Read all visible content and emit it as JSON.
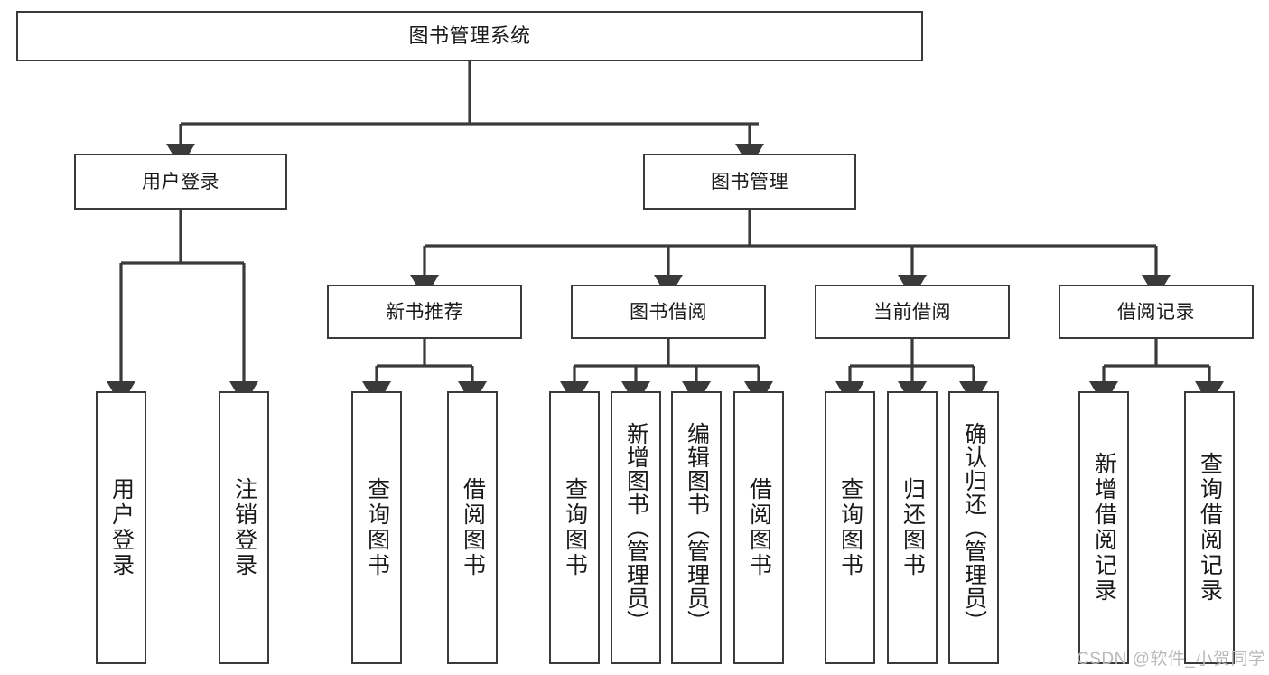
{
  "diagram": {
    "type": "tree-hierarchy",
    "title": "图书管理系统",
    "colors": {
      "stroke": "#3a3a3a",
      "fill": "#ffffff",
      "text": "#1a1a1a",
      "watermark": "#b9b9b9"
    },
    "nodes": {
      "root": {
        "label": "图书管理系统"
      },
      "level2": [
        {
          "key": "user_login",
          "label": "用户登录"
        },
        {
          "key": "book_manage",
          "label": "图书管理"
        }
      ],
      "level3": [
        {
          "key": "new_book_rec",
          "label": "新书推荐"
        },
        {
          "key": "book_borrow",
          "label": "图书借阅"
        },
        {
          "key": "current_borrow",
          "label": "当前借阅"
        },
        {
          "key": "borrow_record",
          "label": "借阅记录"
        }
      ],
      "leaves": {
        "user_login": [
          {
            "key": "login",
            "label": "用户登录"
          },
          {
            "key": "logout",
            "label": "注销登录"
          }
        ],
        "new_book_rec": [
          {
            "key": "query_book_1",
            "label": "查询图书"
          },
          {
            "key": "borrow_book_1",
            "label": "借阅图书"
          }
        ],
        "book_borrow": [
          {
            "key": "query_book_2",
            "label": "查询图书"
          },
          {
            "key": "add_book",
            "label": "新增图书（管理员）"
          },
          {
            "key": "edit_book",
            "label": "编辑图书（管理员）"
          },
          {
            "key": "borrow_book_2",
            "label": "借阅图书"
          }
        ],
        "current_borrow": [
          {
            "key": "query_book_3",
            "label": "查询图书"
          },
          {
            "key": "return_book",
            "label": "归还图书"
          },
          {
            "key": "confirm_return",
            "label": "确认归还（管理员）"
          }
        ],
        "borrow_record": [
          {
            "key": "add_record",
            "label": "新增借阅记录"
          },
          {
            "key": "query_record",
            "label": "查询借阅记录"
          }
        ]
      }
    },
    "watermark": "CSDN @软件_小贺同学"
  }
}
